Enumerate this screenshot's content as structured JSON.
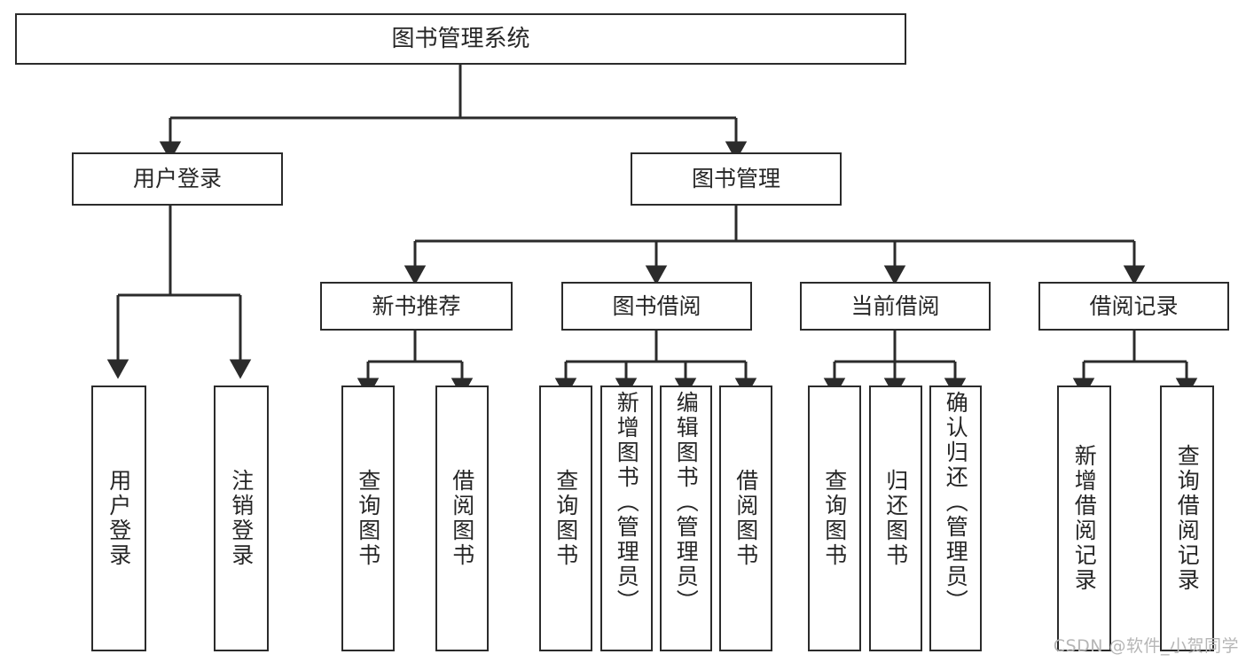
{
  "diagram": {
    "title": "图书管理系统",
    "type": "tree-hierarchy-chart",
    "root": {
      "id": "root",
      "label": "图书管理系统"
    },
    "level1": [
      {
        "id": "user-login",
        "label": "用户登录"
      },
      {
        "id": "book-management",
        "label": "图书管理"
      }
    ],
    "level2": [
      {
        "id": "new-book-recommend",
        "label": "新书推荐",
        "parent": "book-management"
      },
      {
        "id": "book-borrow",
        "label": "图书借阅",
        "parent": "book-management"
      },
      {
        "id": "current-borrow",
        "label": "当前借阅",
        "parent": "book-management"
      },
      {
        "id": "borrow-record",
        "label": "借阅记录",
        "parent": "book-management"
      }
    ],
    "leaves": [
      {
        "id": "leaf-user-login",
        "label": "用户登录",
        "parent": "user-login"
      },
      {
        "id": "leaf-logout-login",
        "label": "注销登录",
        "parent": "user-login"
      },
      {
        "id": "leaf-query-book-1",
        "label": "查询图书",
        "parent": "new-book-recommend"
      },
      {
        "id": "leaf-borrow-book-1",
        "label": "借阅图书",
        "parent": "new-book-recommend"
      },
      {
        "id": "leaf-query-book-2",
        "label": "查询图书",
        "parent": "book-borrow"
      },
      {
        "id": "leaf-add-book",
        "label": "新增图书（管理员）",
        "parent": "book-borrow"
      },
      {
        "id": "leaf-edit-book",
        "label": "编辑图书（管理员）",
        "parent": "book-borrow"
      },
      {
        "id": "leaf-borrow-book-2",
        "label": "借阅图书",
        "parent": "book-borrow"
      },
      {
        "id": "leaf-query-book-3",
        "label": "查询图书",
        "parent": "current-borrow"
      },
      {
        "id": "leaf-return-book",
        "label": "归还图书",
        "parent": "current-borrow"
      },
      {
        "id": "leaf-confirm-return",
        "label": "确认归还（管理员）",
        "parent": "current-borrow"
      },
      {
        "id": "leaf-add-record",
        "label": "新增借阅记录",
        "parent": "borrow-record"
      },
      {
        "id": "leaf-query-record",
        "label": "查询借阅记录",
        "parent": "borrow-record"
      }
    ],
    "colors": {
      "box_border": "#2b2b2b",
      "box_fill": "#ffffff",
      "text": "#262626",
      "edge": "#2b2b2b",
      "watermark": "#b6b6b6",
      "background": "#ffffff"
    }
  },
  "watermark": {
    "text": "CSDN @软件_小贺同学"
  }
}
